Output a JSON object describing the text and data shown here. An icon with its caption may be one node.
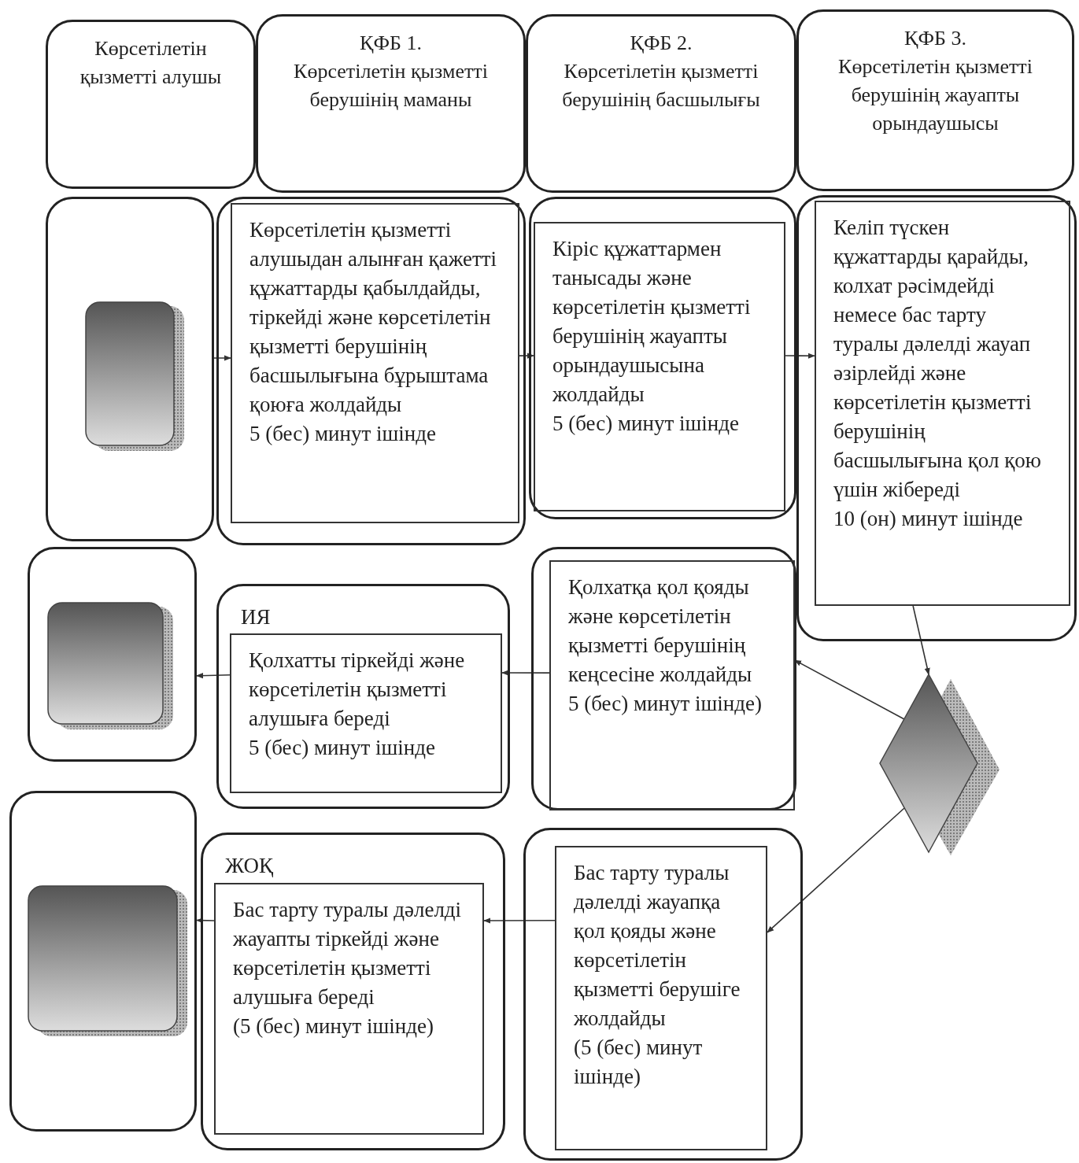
{
  "diagram": {
    "nodes": [
      {
        "text": [
          "Көрсетілетін қызметті алушы"
        ]
      },
      {
        "text": [
          "ҚФБ 1.",
          "Көрсетілетін қызметті берушінің маманы"
        ]
      },
      {
        "text": [
          "ҚФБ 2.",
          "Көрсетілетін қызметті берушінің басшылығы"
        ]
      },
      {
        "text": [
          "ҚФБ 3.",
          "Көрсетілетін қызметті берушінің жауапты орындаушысы"
        ]
      },
      {
        "text": [],
        "shape": "box"
      },
      {
        "text": [],
        "shape": "box",
        "in": 4
      },
      {
        "text": [],
        "shape": "box"
      },
      {
        "text": [
          "Көрсетілетін қызметті алушыдан алынған қажетті құжаттарды қабылдайды, тіркейді және көрсетілетін қызметті берушінің басшылығына бұрыштама қоюға жолдайды",
          "5 (бес) минут ішінде"
        ],
        "in": 6
      },
      {
        "text": [],
        "shape": "box"
      },
      {
        "text": [
          "Кіріс құжаттармен танысады және көрсетілетін қызметті берушінің жауапты орындаушысына жолдайды",
          "5 (бес) минут ішінде"
        ],
        "in": 8
      },
      {
        "text": [],
        "shape": "box"
      },
      {
        "text": [
          "Келіп түскен құжаттарды қарайды, колхат рәсімдейді немесе бас тарту туралы дәлелді жауап әзірлейді және көрсетілетін қызметті берушінің басшылығына қол қою үшін жібереді",
          "10 (он) минут ішінде"
        ],
        "in": 10
      },
      {
        "text": [],
        "shape": "box"
      },
      {
        "text": [],
        "shape": "box",
        "in": 12
      },
      {
        "text": [
          "ИЯ"
        ]
      },
      {
        "text": [
          "Қолхатты тіркейді және көрсетілетін қызметті алушыға береді",
          "5 (бес) минут ішінде"
        ],
        "in": 14
      },
      {
        "text": [],
        "shape": "box"
      },
      {
        "text": [
          "Қолхатқа қол қояды және көрсетілетін қызметті берушінің кеңсесіне жолдайды",
          "5 (бес) минут ішінде)"
        ],
        "in": 16
      },
      {
        "text": [],
        "shape": "diamond"
      },
      {
        "text": [],
        "shape": "box"
      },
      {
        "text": [],
        "shape": "box",
        "in": 19
      },
      {
        "text": [
          "ЖОҚ"
        ]
      },
      {
        "text": [
          "Бас тарту туралы дәлелді жауапты тіркейді және көрсетілетін қызметті алушыға береді",
          "(5 (бес) минут ішінде)"
        ],
        "in": 21
      },
      {
        "text": [],
        "shape": "box"
      },
      {
        "text": [
          "Бас тарту туралы дәлелді жауапқа қол қояды және көрсетілетін қызметті берушіге жолдайды",
          "(5 (бес) минут ішінде)"
        ],
        "in": 23
      }
    ],
    "edges": [
      {
        "from": 4,
        "to": 7,
        "arrow": "to"
      },
      {
        "from": 7,
        "to": 9,
        "arrow": "to"
      },
      {
        "from": 9,
        "to": 11,
        "arrow": "to"
      },
      {
        "from": 11,
        "to": 18,
        "arrow": "to"
      },
      {
        "from": 18,
        "to": 17,
        "arrow": "to"
      },
      {
        "from": 18,
        "to": 24,
        "arrow": "to"
      },
      {
        "from": 17,
        "to": 15,
        "arrow": "to"
      },
      {
        "from": 15,
        "to": 12,
        "arrow": "to"
      },
      {
        "from": 24,
        "to": 22,
        "arrow": "to"
      },
      {
        "from": 22,
        "to": 19,
        "arrow": "to"
      }
    ]
  }
}
